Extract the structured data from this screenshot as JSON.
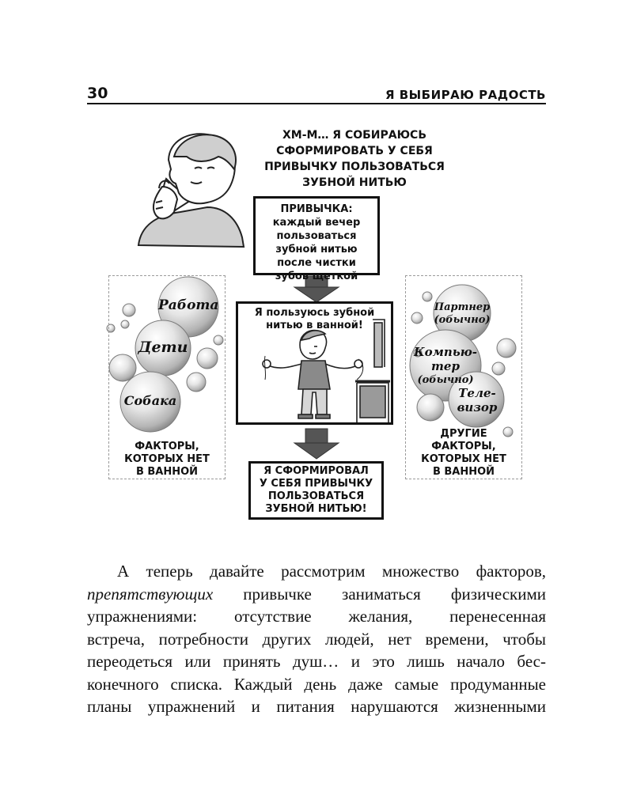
{
  "header": {
    "page_number": "30",
    "book_title": "Я ВЫБИРАЮ РАДОСТЬ"
  },
  "figure": {
    "thought": [
      "ХМ-М… Я СОБИРАЮСЬ",
      "СФОРМИРОВАТЬ У СЕБЯ",
      "ПРИВЫЧКУ ПОЛЬЗОВАТЬСЯ",
      "ЗУБНОЙ НИТЬЮ"
    ],
    "habit_box": [
      "ПРИВЫЧКА:",
      "каждый вечер",
      "пользоваться",
      "зубной нитью",
      "после чистки",
      "зубов щеткой"
    ],
    "scene_caption": [
      "Я пользуюсь зубной",
      "нитью в ванной!"
    ],
    "result_box": [
      "Я СФОРМИРОВАЛ",
      "У СЕБЯ ПРИВЫЧКУ",
      "ПОЛЬЗОВАТЬСЯ",
      "ЗУБНОЙ НИТЬЮ!"
    ],
    "left_panel": {
      "bubbles": [
        "Работа",
        "Дети",
        "Собака"
      ],
      "caption": [
        "ФАКТОРЫ,",
        "КОТОРЫХ НЕТ",
        "В ВАННОЙ"
      ]
    },
    "right_panel": {
      "bubbles": [
        [
          "Партнер",
          "(обычно)"
        ],
        [
          "Компью-",
          "тер",
          "(обычно)"
        ],
        [
          "Теле-",
          "визор"
        ]
      ],
      "caption": [
        "ДРУГИЕ",
        "ФАКТОРЫ,",
        "КОТОРЫХ НЕТ",
        "В ВАННОЙ"
      ]
    }
  },
  "body": {
    "line1": "А теперь давайте рассмотрим множество факторов,",
    "emph": "препятствующих",
    "line2_rest": " привычке заниматься физическими",
    "line3": "упражнениями: отсутствие желания, перенесенная",
    "line4": "встреча, потребности других людей, нет времени, чтобы",
    "line5": "переодеться или принять душ… и это лишь начало бес-",
    "line6": "конечного списка. Каждый день даже самые продуманные",
    "line7": "планы упражнений и питания нарушаются жизненными"
  }
}
